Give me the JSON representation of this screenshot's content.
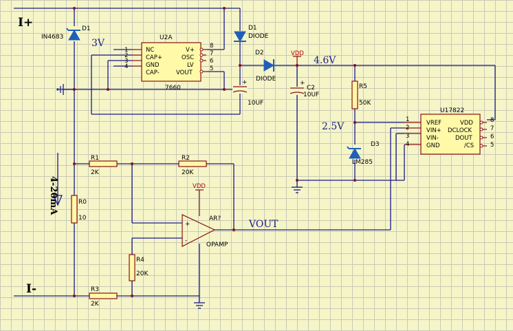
{
  "terminals": {
    "i_plus": "I+",
    "i_minus": "I-"
  },
  "current_label": "4-20mA",
  "voltages": {
    "v3": "3V",
    "v46": "4.6V",
    "v25": "2.5V",
    "vout": "VOUT"
  },
  "power_labels": {
    "vdd": "VDD"
  },
  "d1_zener": {
    "ref": "D1",
    "part": "IN4683"
  },
  "d1_diode": {
    "ref": "D1",
    "part": "DIODE"
  },
  "d2_diode": {
    "ref": "D2",
    "part": "DIODE"
  },
  "d3_ref": {
    "ref": "D3",
    "part": "LM285"
  },
  "c1": {
    "value": "10UF",
    "plus": "+"
  },
  "c2": {
    "ref": "C2",
    "value": "10UF",
    "plus": "+"
  },
  "r5": {
    "ref": "R5",
    "value": "50K"
  },
  "r1": {
    "ref": "R1",
    "value": "2K"
  },
  "r2": {
    "ref": "R2",
    "value": "20K"
  },
  "r0": {
    "ref": "R0",
    "value": "10"
  },
  "r3": {
    "ref": "R3",
    "value": "2K"
  },
  "r4": {
    "ref": "R4",
    "value": "20K"
  },
  "u2a": {
    "ref": "U2A",
    "part": "7660",
    "left_pins": [
      {
        "num": "1",
        "name": "NC"
      },
      {
        "num": "2",
        "name": "CAP+"
      },
      {
        "num": "3",
        "name": "GND"
      },
      {
        "num": "4",
        "name": "CAP-"
      }
    ],
    "right_pins": [
      {
        "num": "8",
        "name": "V+"
      },
      {
        "num": "7",
        "name": "OSC"
      },
      {
        "num": "6",
        "name": "LV"
      },
      {
        "num": "5",
        "name": "VOUT"
      }
    ]
  },
  "u1": {
    "ref": "U17822",
    "left_pins": [
      {
        "num": "1",
        "name": "VREF"
      },
      {
        "num": "2",
        "name": "VIN+"
      },
      {
        "num": "3",
        "name": "VIN-"
      },
      {
        "num": "4",
        "name": "GND"
      }
    ],
    "right_pins": [
      {
        "num": "8",
        "name": "VDD"
      },
      {
        "num": "7",
        "name": "DCLOCK"
      },
      {
        "num": "6",
        "name": "DOUT"
      },
      {
        "num": "5",
        "name": "/CS"
      }
    ]
  },
  "opamp": {
    "ref": "AR?",
    "part": "OPAMP",
    "plus": "+",
    "minus": "-"
  }
}
